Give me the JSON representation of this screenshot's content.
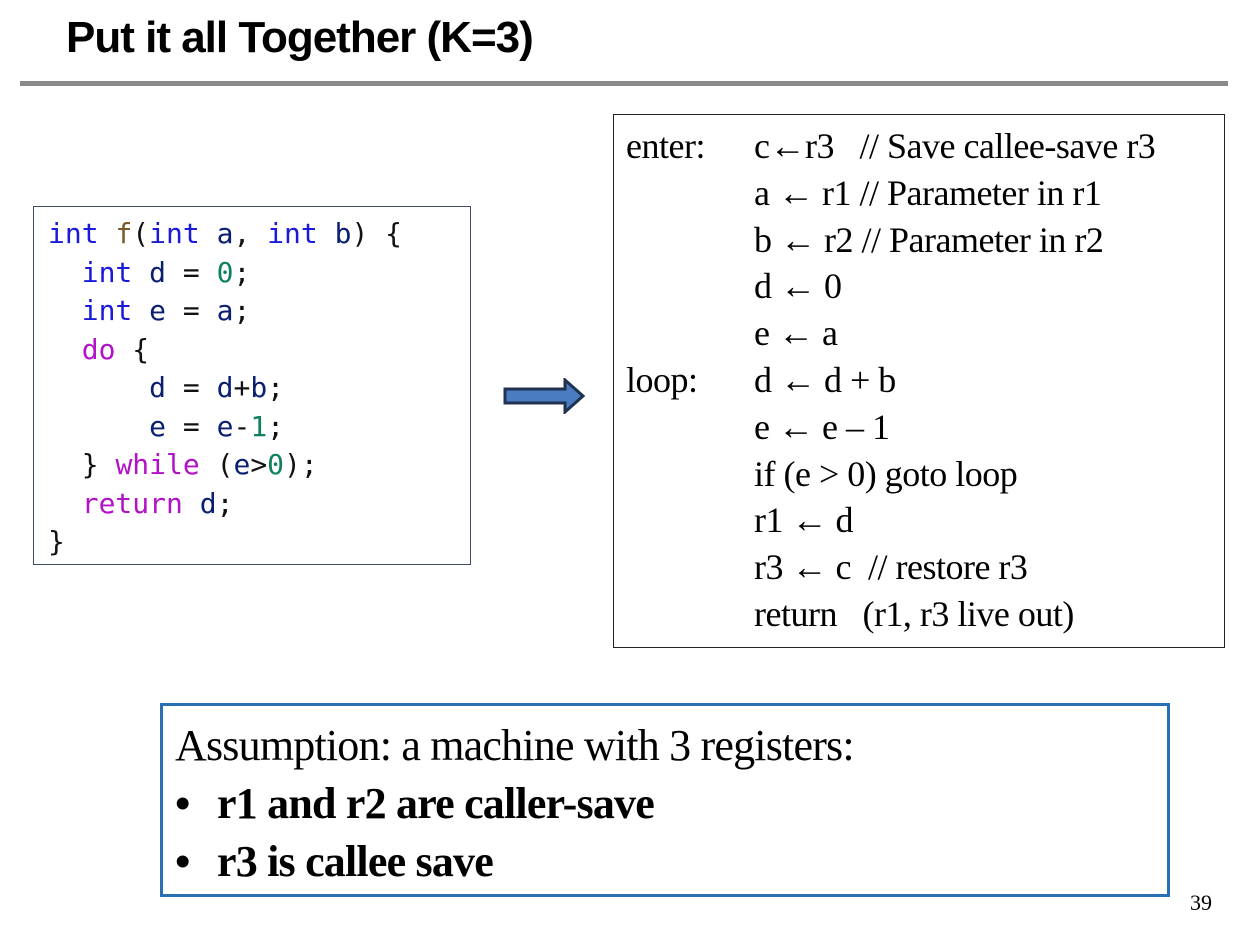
{
  "slide": {
    "title": "Put it all Together (K=3)",
    "page_number": "39"
  },
  "code_panel": {
    "language": "C",
    "lines": [
      [
        {
          "t": "int",
          "c": "kw"
        },
        {
          "t": " ",
          "c": "pun"
        },
        {
          "t": "f",
          "c": "fn"
        },
        {
          "t": "(",
          "c": "pun"
        },
        {
          "t": "int",
          "c": "kw"
        },
        {
          "t": " ",
          "c": "pun"
        },
        {
          "t": "a",
          "c": "var"
        },
        {
          "t": ", ",
          "c": "pun"
        },
        {
          "t": "int",
          "c": "kw"
        },
        {
          "t": " ",
          "c": "pun"
        },
        {
          "t": "b",
          "c": "var"
        },
        {
          "t": ") {",
          "c": "pun"
        }
      ],
      [
        {
          "t": "  ",
          "c": "pun"
        },
        {
          "t": "int",
          "c": "kw"
        },
        {
          "t": " ",
          "c": "pun"
        },
        {
          "t": "d",
          "c": "var"
        },
        {
          "t": " = ",
          "c": "pun"
        },
        {
          "t": "0",
          "c": "num"
        },
        {
          "t": ";",
          "c": "pun"
        }
      ],
      [
        {
          "t": "  ",
          "c": "pun"
        },
        {
          "t": "int",
          "c": "kw"
        },
        {
          "t": " ",
          "c": "pun"
        },
        {
          "t": "e",
          "c": "var"
        },
        {
          "t": " = ",
          "c": "pun"
        },
        {
          "t": "a",
          "c": "var"
        },
        {
          "t": ";",
          "c": "pun"
        }
      ],
      [
        {
          "t": "  ",
          "c": "pun"
        },
        {
          "t": "do",
          "c": "ctl"
        },
        {
          "t": " {",
          "c": "pun"
        }
      ],
      [
        {
          "t": "      ",
          "c": "pun"
        },
        {
          "t": "d",
          "c": "var"
        },
        {
          "t": " = ",
          "c": "pun"
        },
        {
          "t": "d",
          "c": "var"
        },
        {
          "t": "+",
          "c": "pun"
        },
        {
          "t": "b",
          "c": "var"
        },
        {
          "t": ";",
          "c": "pun"
        }
      ],
      [
        {
          "t": "      ",
          "c": "pun"
        },
        {
          "t": "e",
          "c": "var"
        },
        {
          "t": " = ",
          "c": "pun"
        },
        {
          "t": "e",
          "c": "var"
        },
        {
          "t": "-",
          "c": "pun"
        },
        {
          "t": "1",
          "c": "num"
        },
        {
          "t": ";",
          "c": "pun"
        }
      ],
      [
        {
          "t": "  } ",
          "c": "pun"
        },
        {
          "t": "while",
          "c": "ctl"
        },
        {
          "t": " (",
          "c": "pun"
        },
        {
          "t": "e",
          "c": "var"
        },
        {
          "t": ">",
          "c": "pun"
        },
        {
          "t": "0",
          "c": "num"
        },
        {
          "t": ");",
          "c": "pun"
        }
      ],
      [
        {
          "t": "  ",
          "c": "pun"
        },
        {
          "t": "return",
          "c": "ctl"
        },
        {
          "t": " ",
          "c": "pun"
        },
        {
          "t": "d",
          "c": "var"
        },
        {
          "t": ";",
          "c": "pun"
        }
      ],
      [
        {
          "t": "}",
          "c": "pun"
        }
      ]
    ]
  },
  "arrow": {
    "icon": "right-arrow-icon",
    "fill": "#4a7cc0",
    "stroke": "#1f3350"
  },
  "ir_panel": {
    "rows": [
      {
        "label": "enter:",
        "instr": "c←r3   // Save callee-save r3"
      },
      {
        "label": "",
        "instr": "a ← r1 // Parameter in r1"
      },
      {
        "label": "",
        "instr": "b ← r2 // Parameter in r2"
      },
      {
        "label": "",
        "instr": "d ← 0"
      },
      {
        "label": "",
        "instr": "e ← a"
      },
      {
        "label": "loop:",
        "instr": "d ← d + b"
      },
      {
        "label": "",
        "instr": "e ← e – 1"
      },
      {
        "label": "",
        "instr": "if (e > 0) goto loop"
      },
      {
        "label": "",
        "instr": "r1 ← d"
      },
      {
        "label": "",
        "instr": "r3 ← c  // restore r3"
      },
      {
        "label": "",
        "instr": "return   (r1, r3 live out)"
      }
    ]
  },
  "assumption": {
    "heading": "Assumption: a machine with 3 registers:",
    "bullet_glyph": "•",
    "bullets": [
      "r1 and r2 are caller-save",
      "r3 is callee save"
    ],
    "border_color": "#2b6fb3"
  }
}
